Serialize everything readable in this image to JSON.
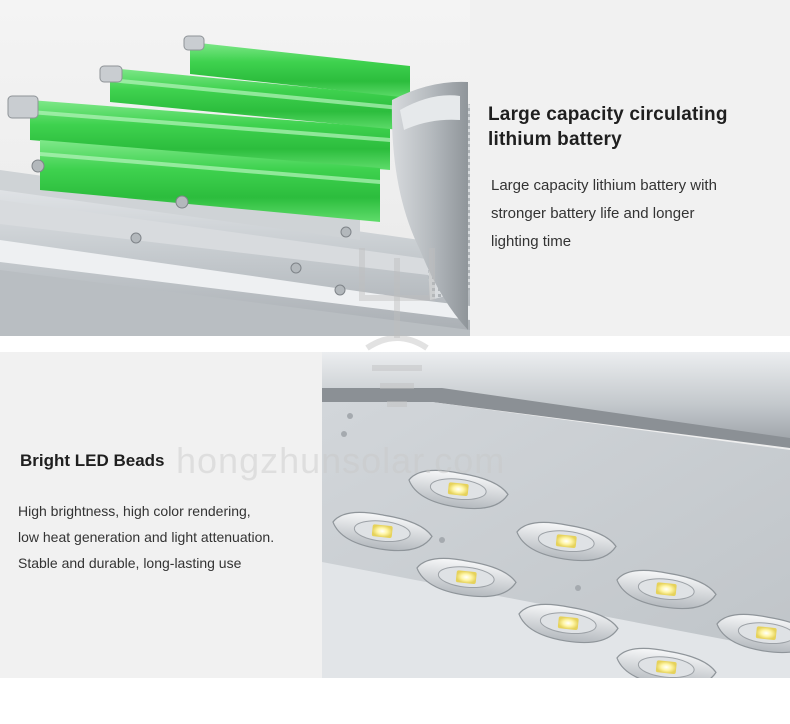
{
  "battery_section": {
    "title_line1": "Large capacity circulating",
    "title_line2": "lithium battery",
    "desc_line1": "Large capacity lithium battery with",
    "desc_line2": "stronger battery life and longer",
    "desc_line3": "lighting time"
  },
  "led_section": {
    "title": "Bright LED Beads",
    "desc_line1": "High brightness, high color rendering,",
    "desc_line2": "low heat generation and light attenuation.",
    "desc_line3": "Stable and durable, long-lasting use"
  },
  "watermark": {
    "text": "hongzhunsolar.com"
  },
  "colors": {
    "background": "#f1f1f1",
    "battery_green": "#3fd24f",
    "aluminum": "#c9cdd1",
    "title_text": "#1f1f1f",
    "body_text": "#333333"
  }
}
